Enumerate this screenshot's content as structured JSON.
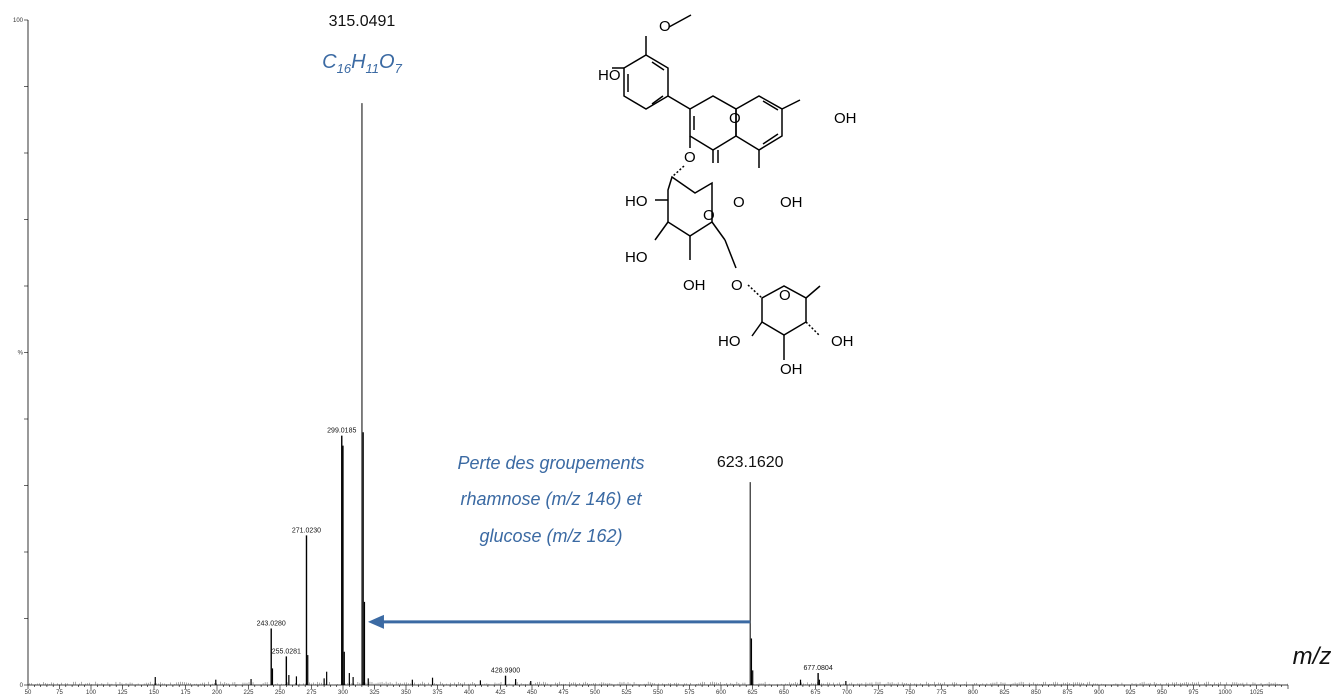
{
  "chart_data": {
    "type": "bar",
    "title": "",
    "xlabel": "m/z",
    "ylabel": "%",
    "xlim": [
      50,
      1050
    ],
    "ylim": [
      0,
      100
    ],
    "x_ticks": [
      50,
      75,
      100,
      125,
      150,
      175,
      200,
      225,
      250,
      275,
      300,
      325,
      350,
      375,
      400,
      425,
      450,
      475,
      500,
      525,
      550,
      575,
      600,
      625,
      650,
      675,
      700,
      725,
      750,
      775,
      800,
      825,
      850,
      875,
      900,
      925,
      950,
      975,
      1000,
      1025
    ],
    "y_ticks": [
      0,
      50,
      100
    ],
    "y_tick_labels": [
      "0",
      "%",
      "100"
    ],
    "labeled_peaks": [
      {
        "mz": 315.0491,
        "intensity": 87.5,
        "label": "315.0491",
        "major": true
      },
      {
        "mz": 623.162,
        "intensity": 30.5,
        "label": "623.1620",
        "major": true
      },
      {
        "mz": 299.0185,
        "intensity": 37.5,
        "label": "299.0185",
        "major": false
      },
      {
        "mz": 271.023,
        "intensity": 22.5,
        "label": "271.0230",
        "major": false
      },
      {
        "mz": 243.028,
        "intensity": 8.5,
        "label": "243.0280",
        "major": false
      },
      {
        "mz": 255.0281,
        "intensity": 4.3,
        "label": "255.0281",
        "major": false
      },
      {
        "mz": 428.99,
        "intensity": 1.4,
        "label": "428.9900",
        "major": false
      },
      {
        "mz": 677.0804,
        "intensity": 1.8,
        "label": "677.0804",
        "major": false
      }
    ],
    "unlabeled_peaks": [
      {
        "mz": 316.05,
        "intensity": 38.0
      },
      {
        "mz": 317.05,
        "intensity": 12.5
      },
      {
        "mz": 300.02,
        "intensity": 36.0
      },
      {
        "mz": 301.03,
        "intensity": 5.0
      },
      {
        "mz": 272.03,
        "intensity": 4.5
      },
      {
        "mz": 244.03,
        "intensity": 2.5
      },
      {
        "mz": 624.16,
        "intensity": 7.0
      },
      {
        "mz": 625.17,
        "intensity": 2.2
      },
      {
        "mz": 678.08,
        "intensity": 0.8
      },
      {
        "mz": 287.03,
        "intensity": 2.0
      },
      {
        "mz": 257.03,
        "intensity": 1.5
      },
      {
        "mz": 227.03,
        "intensity": 0.9
      },
      {
        "mz": 199.03,
        "intensity": 0.8
      },
      {
        "mz": 151.0,
        "intensity": 1.2
      },
      {
        "mz": 371.05,
        "intensity": 1.1
      },
      {
        "mz": 355.05,
        "intensity": 0.8
      },
      {
        "mz": 409.05,
        "intensity": 0.7
      },
      {
        "mz": 436.99,
        "intensity": 0.9
      },
      {
        "mz": 449.0,
        "intensity": 0.6
      },
      {
        "mz": 305.03,
        "intensity": 1.8
      },
      {
        "mz": 308.03,
        "intensity": 1.2
      },
      {
        "mz": 320.04,
        "intensity": 1.0
      },
      {
        "mz": 263.03,
        "intensity": 1.3
      },
      {
        "mz": 285.03,
        "intensity": 1.0
      },
      {
        "mz": 663.1,
        "intensity": 0.8
      },
      {
        "mz": 699.1,
        "intensity": 0.6
      }
    ],
    "annotations": {
      "formula": {
        "base": [
          "C",
          "H",
          "O"
        ],
        "sub": [
          "16",
          "11",
          "7"
        ]
      },
      "loss_text": [
        "Perte des groupements",
        "rhamnose (m/z 146) et",
        "glucose (m/z 162)"
      ],
      "arrow": {
        "from_mz": 623.162,
        "to_mz": 315.0491,
        "y_intensity": 9.5
      },
      "colors": {
        "annotation": "#3b6aa3",
        "peaks": "#000000"
      }
    }
  },
  "structure": {
    "labels": [
      "HO",
      "O",
      "O",
      "OH",
      "O",
      "O",
      "OH",
      "HO",
      "O",
      "HO",
      "OH",
      "O",
      "O",
      "HO",
      "OH",
      "OH"
    ]
  }
}
